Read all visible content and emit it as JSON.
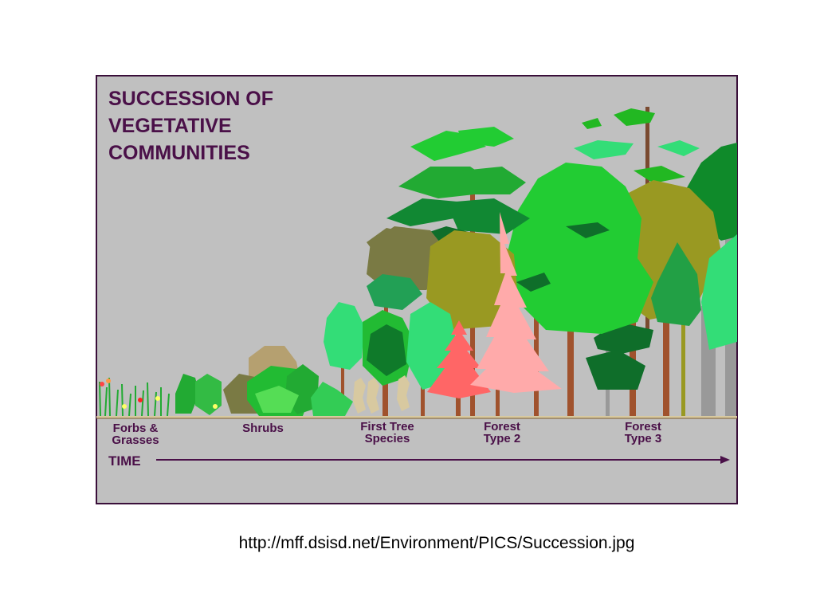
{
  "diagram": {
    "title_lines": [
      "SUCCESSION OF",
      "VEGETATIVE",
      "COMMUNITIES"
    ],
    "stages": [
      {
        "lines": [
          "Forbs &",
          "Grasses"
        ]
      },
      {
        "lines": [
          "Shrubs"
        ]
      },
      {
        "lines": [
          "First Tree",
          "Species"
        ]
      },
      {
        "lines": [
          "Forest",
          "Type 2"
        ]
      },
      {
        "lines": [
          "Forest",
          "Type 3"
        ]
      }
    ],
    "time_label": "TIME",
    "colors": {
      "background": "#c0c0c0",
      "border": "#3a0f3a",
      "text": "#4a1048",
      "ground": "#d8c9a0",
      "light_green": "#00cc33",
      "mint_green": "#33dd77",
      "medium_green": "#22b822",
      "dark_green": "#0f6e2a",
      "olive": "#999922",
      "olive_brown": "#7a7a44",
      "salmon": "#ff6666",
      "pink": "#ffaaaa",
      "trunk": "#a0522d"
    }
  },
  "caption": "http://mff.dsisd.net/Environment/PICS/Succession.jpg"
}
